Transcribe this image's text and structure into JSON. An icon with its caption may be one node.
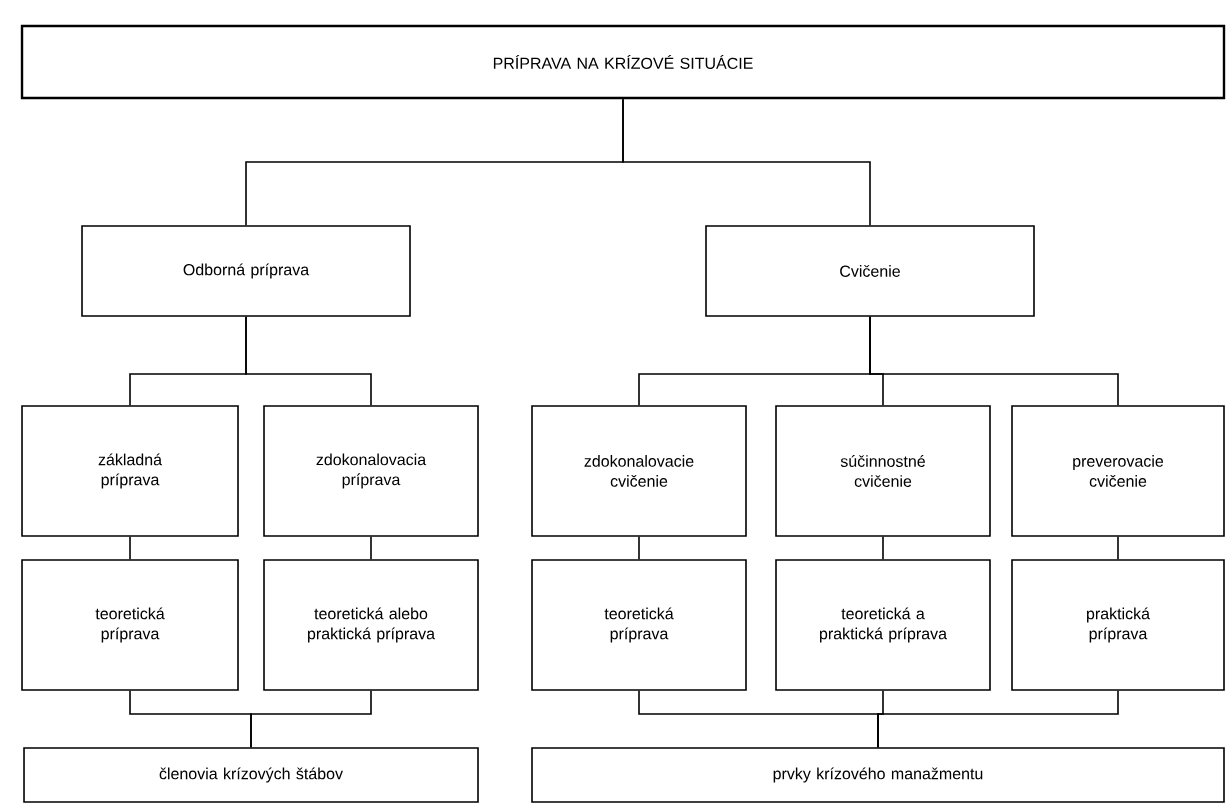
{
  "diagram": {
    "nodes": [
      {
        "text": [
          "PRÍPRAVA NA KRÍZOVÉ SITUÁCIE"
        ]
      },
      {
        "text": [
          "Odborná príprava"
        ]
      },
      {
        "text": [
          "Cvičenie"
        ]
      },
      {
        "text": [
          "základná príprava"
        ]
      },
      {
        "text": [
          "zdokonalovacia príprava"
        ]
      },
      {
        "text": [
          "zdokonalovacie cvičenie"
        ]
      },
      {
        "text": [
          "súčinnostné cvičenie"
        ]
      },
      {
        "text": [
          "preverovacie cvičenie"
        ]
      },
      {
        "text": [
          "teoretická príprava"
        ]
      },
      {
        "text": [
          "teoretická alebo praktická príprava"
        ]
      },
      {
        "text": [
          "teoretická príprava"
        ]
      },
      {
        "text": [
          "teoretická a praktická príprava"
        ]
      },
      {
        "text": [
          "praktická príprava"
        ]
      },
      {
        "text": [
          "členovia krízových štábov"
        ]
      },
      {
        "text": [
          "prvky krízového manažmentu"
        ]
      }
    ],
    "edges": [
      {
        "from": 0,
        "to": 1,
        "arrow": "none"
      },
      {
        "from": 0,
        "to": 2,
        "arrow": "none"
      },
      {
        "from": 1,
        "to": 3,
        "arrow": "none"
      },
      {
        "from": 1,
        "to": 4,
        "arrow": "none"
      },
      {
        "from": 2,
        "to": 5,
        "arrow": "none"
      },
      {
        "from": 2,
        "to": 6,
        "arrow": "none"
      },
      {
        "from": 2,
        "to": 7,
        "arrow": "none"
      },
      {
        "from": 3,
        "to": 8,
        "arrow": "none"
      },
      {
        "from": 4,
        "to": 9,
        "arrow": "none"
      },
      {
        "from": 5,
        "to": 10,
        "arrow": "none"
      },
      {
        "from": 6,
        "to": 11,
        "arrow": "none"
      },
      {
        "from": 7,
        "to": 12,
        "arrow": "none"
      },
      {
        "from": 8,
        "to": 13,
        "arrow": "none"
      },
      {
        "from": 9,
        "to": 13,
        "arrow": "none"
      },
      {
        "from": 10,
        "to": 14,
        "arrow": "none"
      },
      {
        "from": 11,
        "to": 14,
        "arrow": "none"
      },
      {
        "from": 12,
        "to": 14,
        "arrow": "none"
      }
    ]
  }
}
